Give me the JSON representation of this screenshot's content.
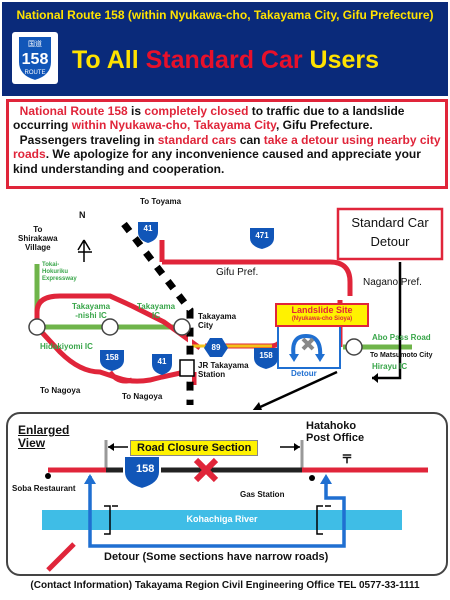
{
  "header": {
    "route_info": "National Route 158 (within Nyukawa-cho, Takayama City, Gifu Prefecture)",
    "title_part1": "To All ",
    "title_part2": "Standard Car",
    "title_part3": " Users",
    "shield_label": "国道",
    "shield_number": "158",
    "shield_route": "ROUTE"
  },
  "notice": {
    "s1": "National Route 158",
    "s2": " is ",
    "s3": "completely closed",
    "s4": " to traffic due to a landslide occurring ",
    "s5": "within Nyukawa-cho, Takayama City",
    "s6": ", Gifu Prefecture.",
    "s7": "Passengers traveling in ",
    "s8": "standard cars",
    "s9": " can ",
    "s10": "take a detour using nearby city roads",
    "s11": ".  We apologize for any inconvenience caused and appreciate your kind understanding and cooperation."
  },
  "map": {
    "north": "N",
    "to_toyama": "To Toyama",
    "to_shirakawa_1": "To",
    "to_shirakawa_2": "Shirakawa",
    "to_shirakawa_3": "Village",
    "tokai_1": "Tokai-",
    "tokai_2": "Hokuriku",
    "tokai_3": "Expressway",
    "takayama_nishi_1": "Takayama",
    "takayama_nishi_2": "-nishi IC",
    "takayama_ic_1": "Takayama",
    "takayama_ic_2": "IC",
    "takayama_city_1": "Takayama",
    "takayama_city_2": "City",
    "hidakiyomi": "Hidakiyomi IC",
    "to_nagoya_1": "To Nagoya",
    "to_nagoya_2": "To Nagoya",
    "jr_station_1": "JR Takayama",
    "jr_station_2": "Station",
    "gifu_pref": "Gifu Pref.",
    "nagano_pref": "Nagano Pref.",
    "landslide_title": "Landslide Site",
    "landslide_sub": "(Nyukawa-cho Sioya)",
    "detour": "Detour",
    "abo_pass": "Abo Pass Road",
    "to_matsumoto": "To Matsumoto City",
    "hirayu": "Hirayu IC",
    "legend_line1": "Standard Car",
    "legend_line2": "Detour",
    "route_41a": "41",
    "route_41b": "41",
    "route_471": "471",
    "route_89": "89",
    "route_158a": "158",
    "route_158b": "158"
  },
  "enlarged": {
    "title_1": "Enlarged",
    "title_2": "View",
    "closure": "Road Closure Section",
    "post_office_1": "Hatahoko",
    "post_office_2": "Post Office",
    "post_symbol": "〒",
    "soba": "Soba Restaurant",
    "gas": "Gas Station",
    "river": "Kohachiga River",
    "route": "158",
    "detour_note": "Detour (Some sections have narrow roads)"
  },
  "contact": "(Contact Information) Takayama Region Civil Engineering Office   TEL 0577-33-1111",
  "colors": {
    "navy": "#0a2a7a",
    "yellow": "#ffe200",
    "red": "#e0253a",
    "blue": "#1f6fd1",
    "green": "#6fb44a",
    "road_yellow": "#f3c319"
  }
}
